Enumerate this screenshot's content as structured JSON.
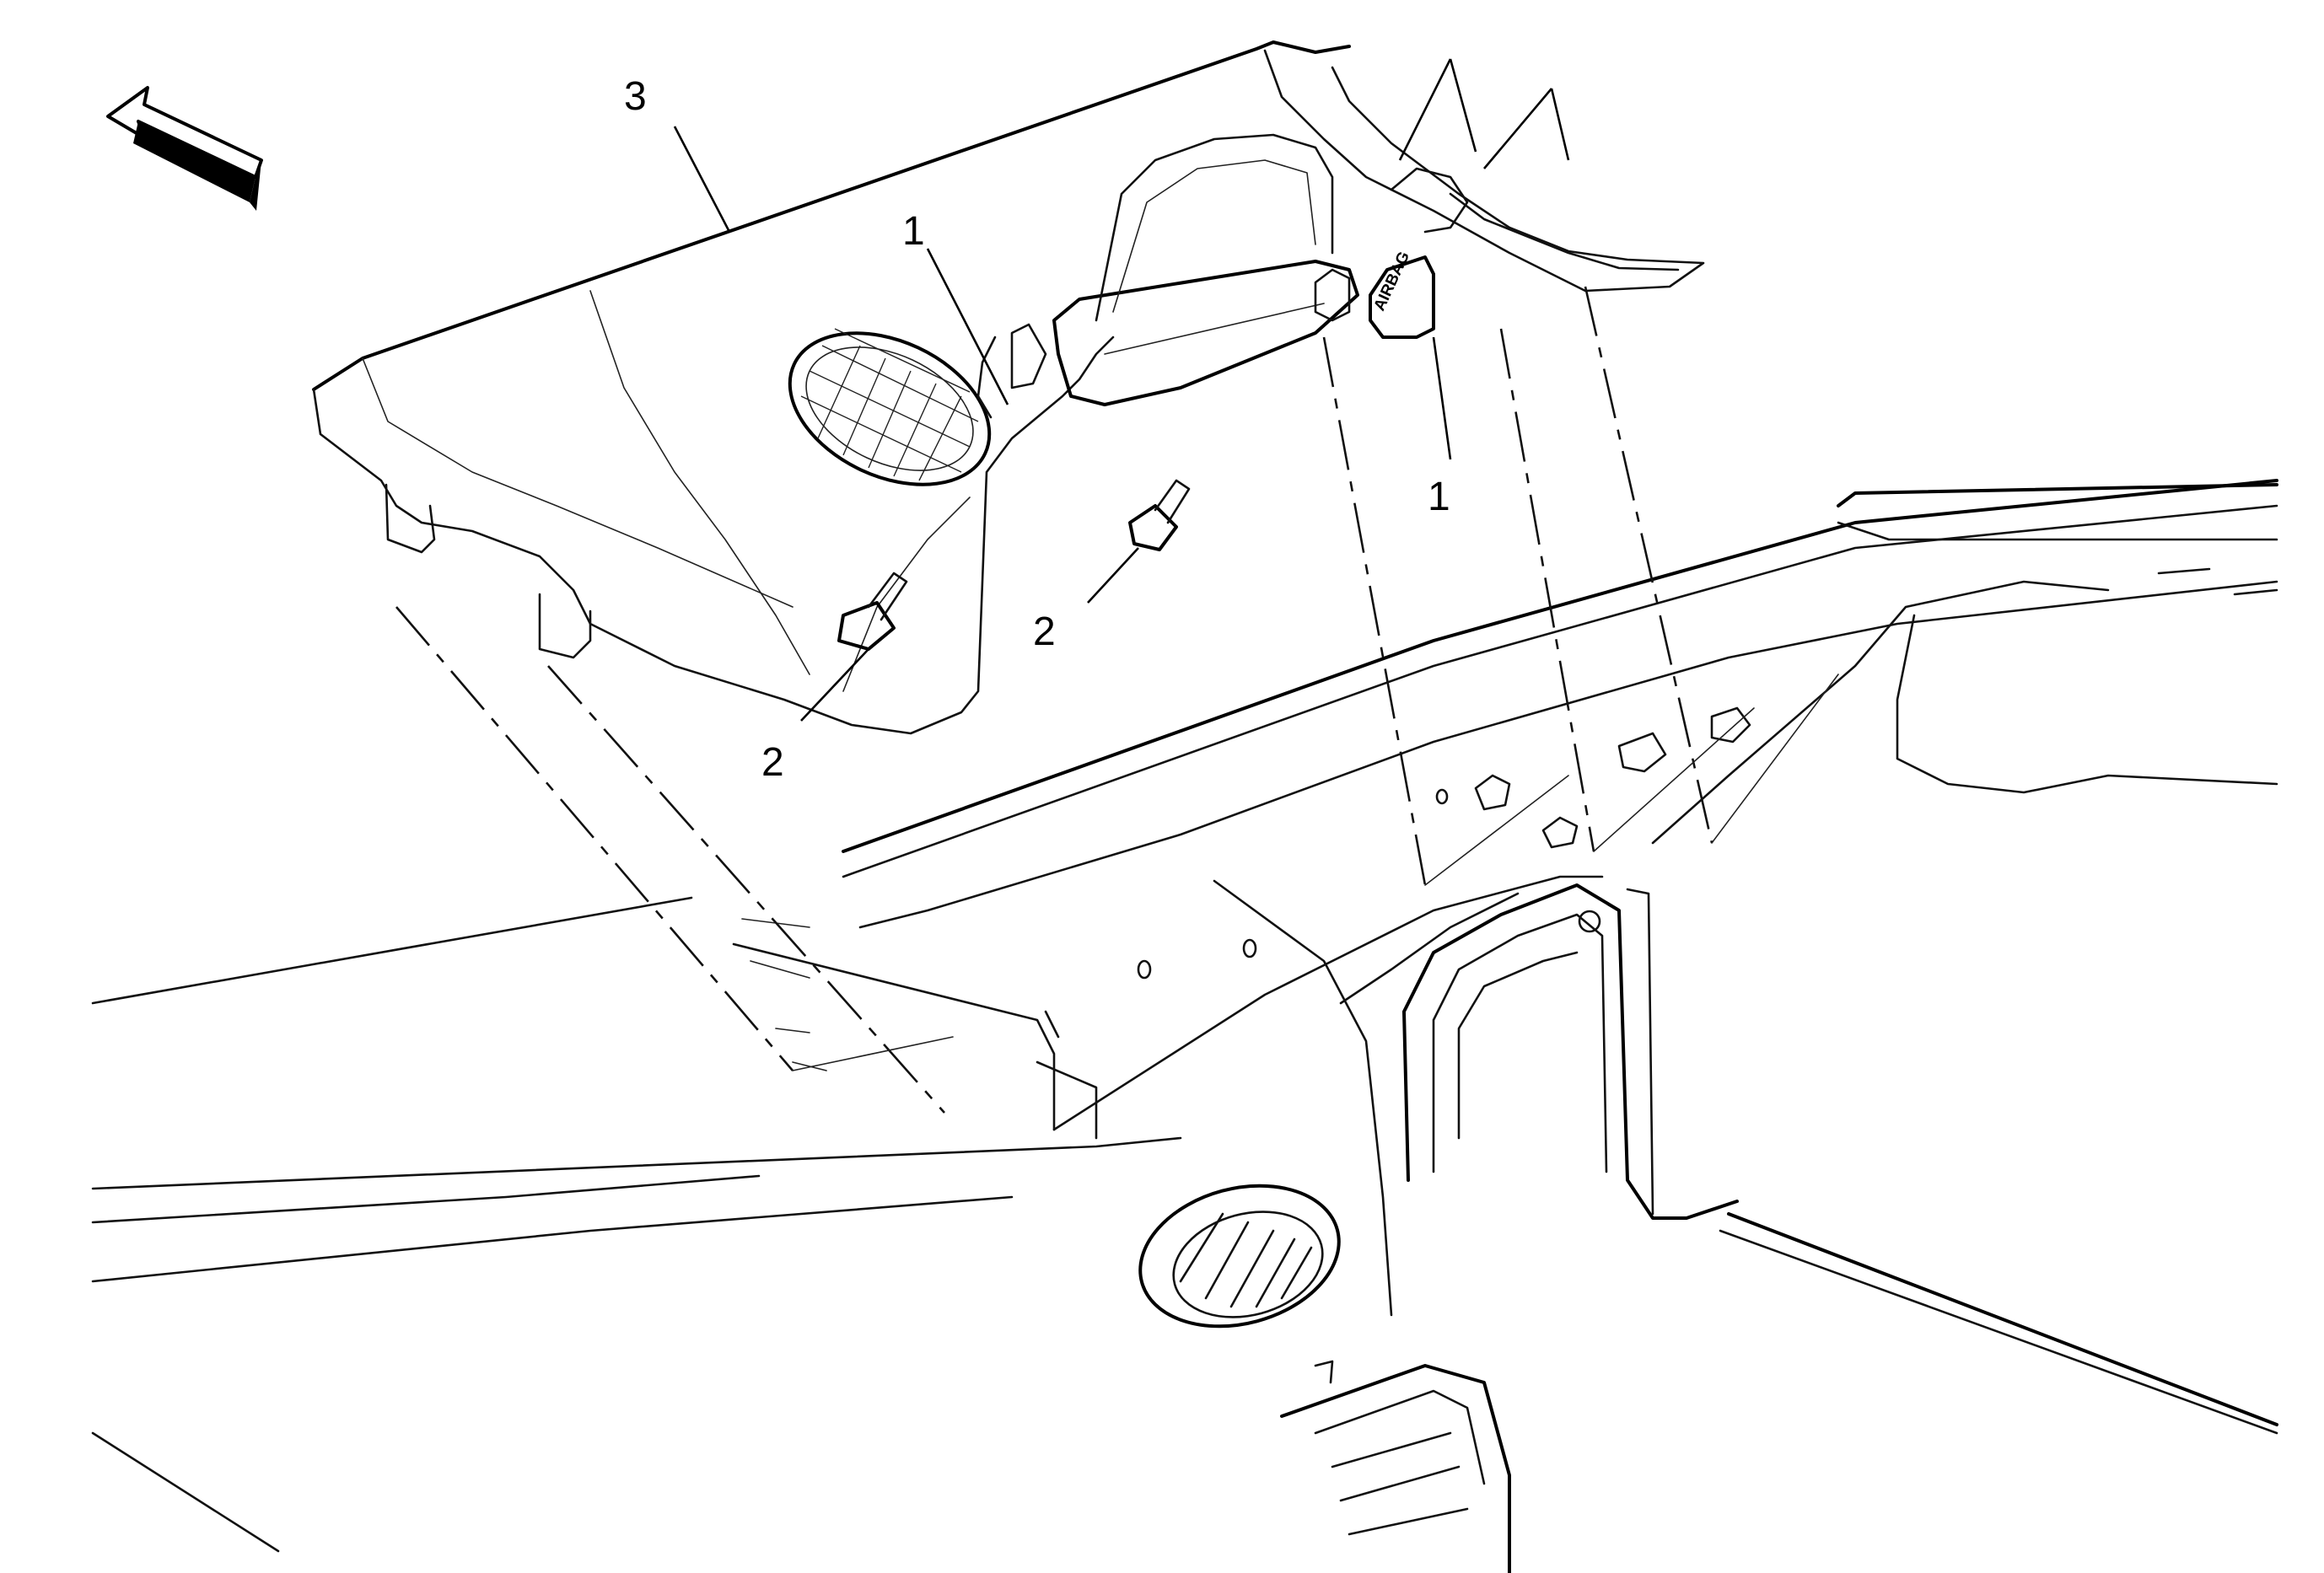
{
  "callouts": {
    "retainer_top": "1",
    "retainer_mid": "1",
    "bolt_left": "2",
    "bolt_right": "2",
    "pillar_trim": "3"
  },
  "airbag_tag": "AIRBAG",
  "icons": {
    "direction_arrow": "front-arrow-icon"
  },
  "colors": {
    "line": "#111111",
    "background": "#ffffff"
  }
}
